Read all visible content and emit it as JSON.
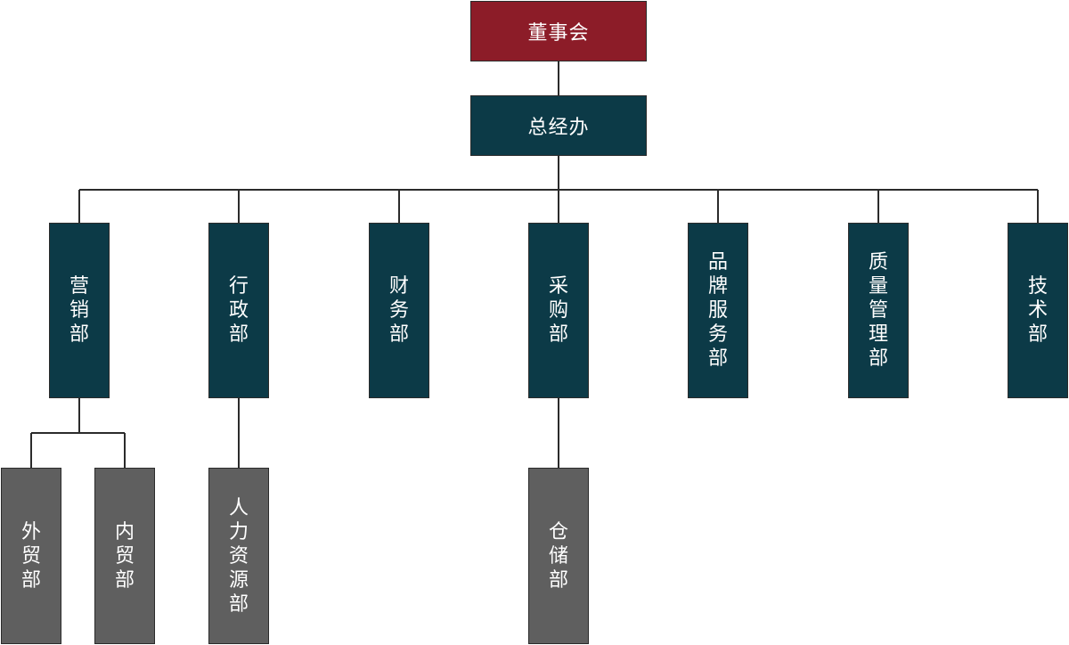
{
  "colors": {
    "board": "#8c1c28",
    "gm": "#0c3a47",
    "department": "#0c3a47",
    "sub_department": "#5f5f5f",
    "connector": "#2b2b2b"
  },
  "org": {
    "board": "董事会",
    "gm_office": "总经办",
    "departments": [
      "营销部",
      "行政部",
      "财务部",
      "采购部",
      "品牌服务部",
      "质量管理部",
      "技术部"
    ],
    "sub_departments": [
      {
        "parent": "营销部",
        "name": "外贸部"
      },
      {
        "parent": "营销部",
        "name": "内贸部"
      },
      {
        "parent": "行政部",
        "name": "人力资源部"
      },
      {
        "parent": "采购部",
        "name": "仓储部"
      }
    ]
  }
}
